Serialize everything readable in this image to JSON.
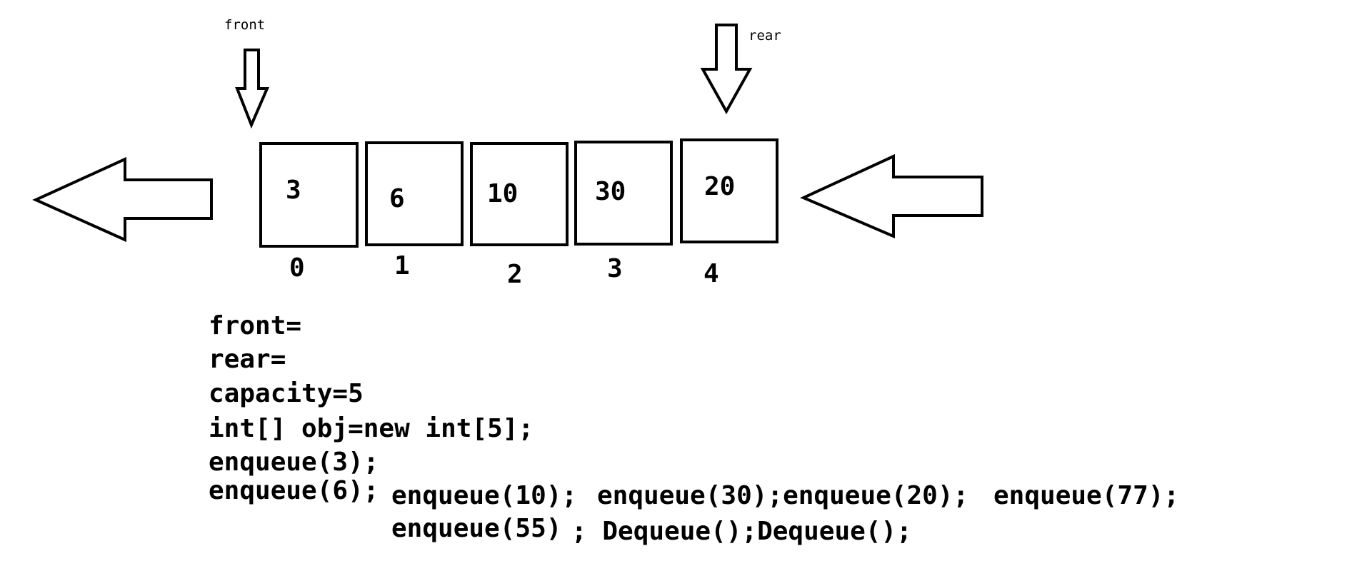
{
  "pointers": {
    "front_label": "front",
    "rear_label": "rear"
  },
  "queue": {
    "cells": [
      {
        "value": "3",
        "index": "0"
      },
      {
        "value": "6",
        "index": "1"
      },
      {
        "value": "10",
        "index": "2"
      },
      {
        "value": "30",
        "index": "3"
      },
      {
        "value": "20",
        "index": "4"
      }
    ]
  },
  "code": {
    "front_line": "front=",
    "rear_line": "rear=",
    "capacity_line": "capacity=5",
    "array_line": "int[] obj=new int[5];",
    "enqueue_3": "enqueue(3);",
    "enqueue_6": "enqueue(6);",
    "enqueue_10": "enqueue(10);",
    "enqueue_30_20": "enqueue(30);enqueue(20);",
    "enqueue_77": "enqueue(77);",
    "enqueue_55": "enqueue(55)",
    "dequeue_calls": "; Dequeue();Dequeue();"
  }
}
